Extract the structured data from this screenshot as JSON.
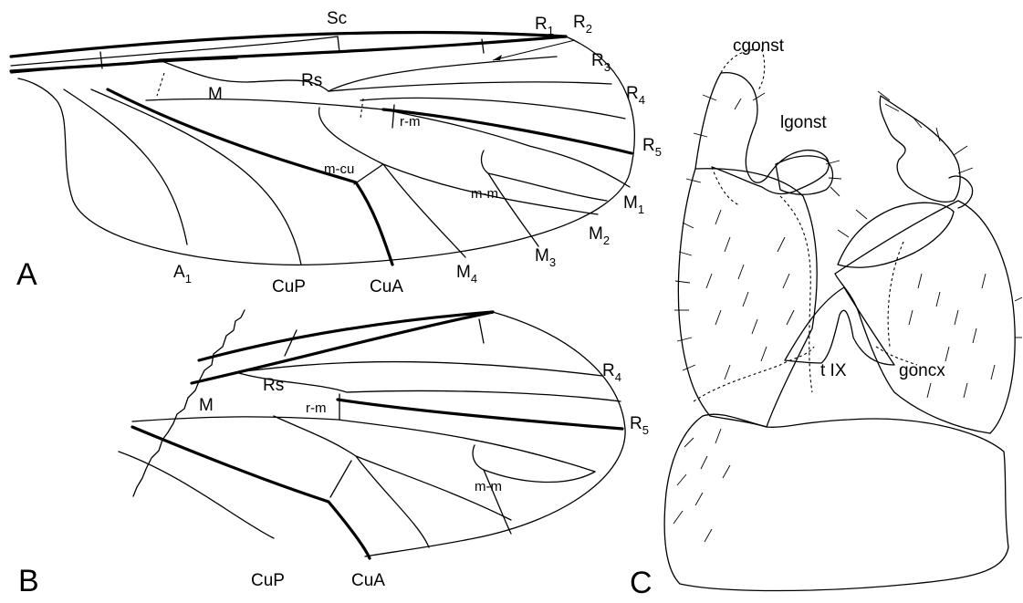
{
  "panels": {
    "a": "A",
    "b": "B",
    "c": "C"
  },
  "wing_a_labels": {
    "sc": "Sc",
    "r1": "R",
    "r1_sub": "1",
    "r2": "R",
    "r2_sub": "2",
    "r3": "R",
    "r3_sub": "3",
    "r4": "R",
    "r4_sub": "4",
    "r5": "R",
    "r5_sub": "5",
    "rs": "Rs",
    "m": "M",
    "rm": "r-m",
    "mcu": "m-cu",
    "mm": "m-m",
    "m1": "M",
    "m1_sub": "1",
    "m2": "M",
    "m2_sub": "2",
    "m3": "M",
    "m3_sub": "3",
    "m4": "M",
    "m4_sub": "4",
    "a1": "A",
    "a1_sub": "1",
    "cup": "CuP",
    "cua": "CuA"
  },
  "wing_b_labels": {
    "r4": "R",
    "r4_sub": "4",
    "r5": "R",
    "r5_sub": "5",
    "rs": "Rs",
    "m": "M",
    "rm": "r-m",
    "mm": "m-m",
    "cup": "CuP",
    "cua": "CuA"
  },
  "genitalia_labels": {
    "cgonst": "cgonst",
    "lgonst": "lgonst",
    "goncx": "goncx",
    "tix": "t IX"
  }
}
